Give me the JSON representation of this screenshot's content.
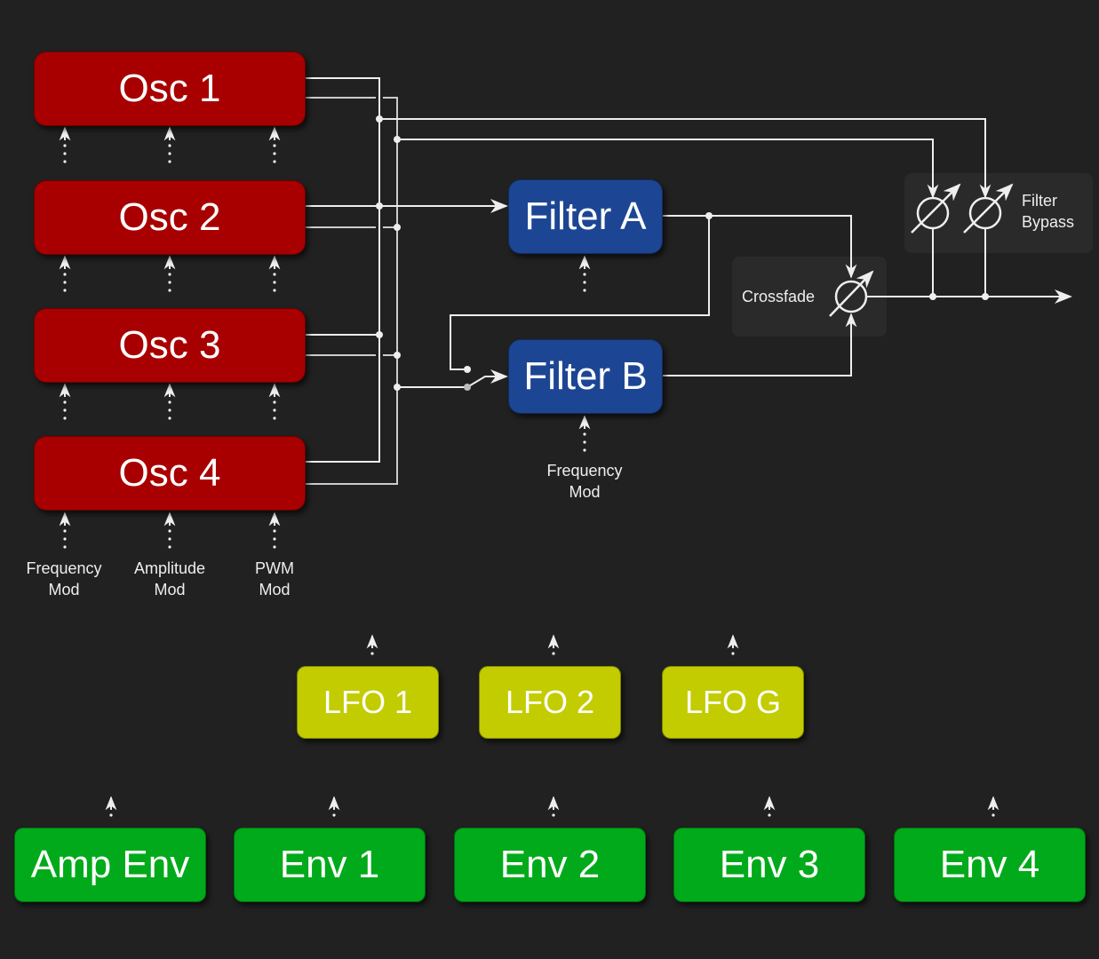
{
  "oscillators": [
    {
      "label": "Osc 1"
    },
    {
      "label": "Osc 2"
    },
    {
      "label": "Osc 3"
    },
    {
      "label": "Osc 4"
    }
  ],
  "osc_mod_labels": [
    {
      "line1": "Frequency",
      "line2": "Mod"
    },
    {
      "line1": "Amplitude",
      "line2": "Mod"
    },
    {
      "line1": "PWM",
      "line2": "Mod"
    }
  ],
  "filters": [
    {
      "label": "Filter A"
    },
    {
      "label": "Filter B"
    }
  ],
  "filter_mod_label": {
    "line1": "Frequency",
    "line2": "Mod"
  },
  "crossfade_label": "Crossfade",
  "bypass_label": {
    "line1": "Filter",
    "line2": "Bypass"
  },
  "lfos": [
    {
      "label": "LFO 1"
    },
    {
      "label": "LFO 2"
    },
    {
      "label": "LFO G"
    }
  ],
  "envelopes": [
    {
      "label": "Amp Env"
    },
    {
      "label": "Env 1"
    },
    {
      "label": "Env 2"
    },
    {
      "label": "Env 3"
    },
    {
      "label": "Env 4"
    }
  ],
  "colors": {
    "background": "#212121",
    "oscillator": "#a80000",
    "filter": "#1c4693",
    "lfo": "#c2cc00",
    "envelope": "#00aa1a",
    "wire": "#eeeeee"
  }
}
